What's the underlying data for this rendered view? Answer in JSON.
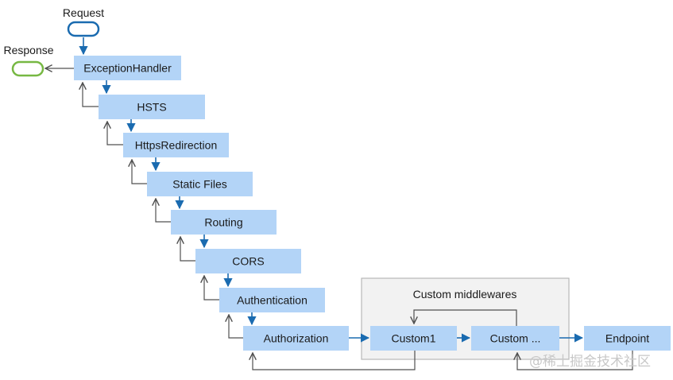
{
  "request_label": "Request",
  "response_label": "Response",
  "pipeline": [
    "ExceptionHandler",
    "HSTS",
    "HttpsRedirection",
    "Static Files",
    "Routing",
    "CORS",
    "Authentication",
    "Authorization"
  ],
  "custom_group": {
    "title": "Custom middlewares",
    "items": [
      "Custom1",
      "Custom ..."
    ]
  },
  "endpoint_label": "Endpoint",
  "watermark": "@稀土掘金技术社区",
  "colors": {
    "box_fill": "#b3d4f7",
    "request_arrow": "#1a6bb0",
    "response_arrow": "#505050",
    "request_pill": "#1a6bb0",
    "response_pill": "#77b843",
    "group_fill": "#f2f2f2",
    "group_border": "#b8b8b8"
  }
}
